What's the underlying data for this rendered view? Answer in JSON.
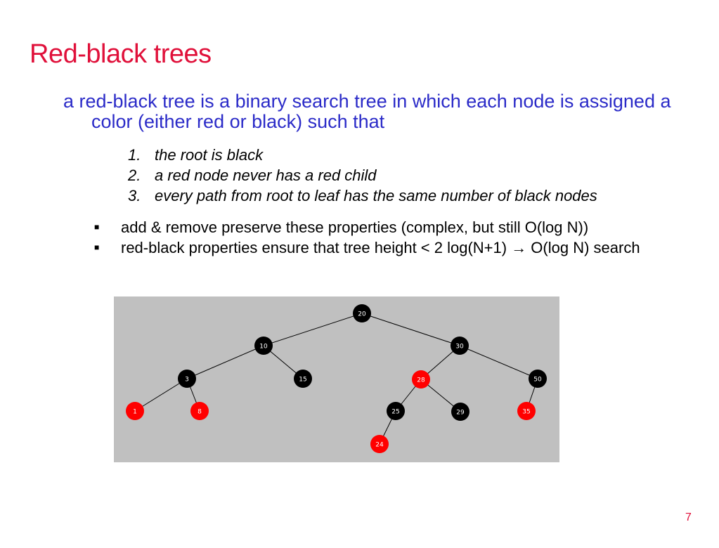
{
  "slide": {
    "title": "Red-black trees",
    "lead": "a red-black tree is a binary search tree in which each node is assigned a color (either red or black) such that",
    "properties": [
      {
        "num": "1.",
        "text": "the root is black"
      },
      {
        "num": "2.",
        "text": "a red node never has a red child"
      },
      {
        "num": "3.",
        "text": "every path from root to leaf has the same number of black nodes"
      }
    ],
    "bullets": [
      {
        "marker": "■",
        "text": "add & remove preserve these properties (complex, but still O(log N))"
      },
      {
        "marker": "■",
        "text": "red-black properties ensure that tree height < 2 log(N+1)  → O(log N) search"
      }
    ],
    "page_number": "7"
  },
  "colors": {
    "title": "#e0103a",
    "lead": "#2b2bc8",
    "panel_bg": "#c0c0c0",
    "node_red": "#ff0000",
    "node_black": "#000000"
  },
  "tree": {
    "nodes": [
      {
        "id": "n20",
        "label": "20",
        "color": "black"
      },
      {
        "id": "n10",
        "label": "10",
        "color": "black"
      },
      {
        "id": "n30",
        "label": "30",
        "color": "black"
      },
      {
        "id": "n3",
        "label": "3",
        "color": "black"
      },
      {
        "id": "n15",
        "label": "15",
        "color": "black"
      },
      {
        "id": "n28",
        "label": "28",
        "color": "red"
      },
      {
        "id": "n50",
        "label": "50",
        "color": "black"
      },
      {
        "id": "n1",
        "label": "1",
        "color": "red"
      },
      {
        "id": "n8",
        "label": "8",
        "color": "red"
      },
      {
        "id": "n25",
        "label": "25",
        "color": "black"
      },
      {
        "id": "n29",
        "label": "29",
        "color": "black"
      },
      {
        "id": "n35",
        "label": "35",
        "color": "red"
      },
      {
        "id": "n24",
        "label": "24",
        "color": "red"
      }
    ],
    "edges": [
      [
        "n20",
        "n10"
      ],
      [
        "n20",
        "n30"
      ],
      [
        "n10",
        "n3"
      ],
      [
        "n10",
        "n15"
      ],
      [
        "n30",
        "n28"
      ],
      [
        "n30",
        "n50"
      ],
      [
        "n3",
        "n1"
      ],
      [
        "n3",
        "n8"
      ],
      [
        "n28",
        "n25"
      ],
      [
        "n28",
        "n29"
      ],
      [
        "n50",
        "n35"
      ],
      [
        "n25",
        "n24"
      ]
    ]
  }
}
